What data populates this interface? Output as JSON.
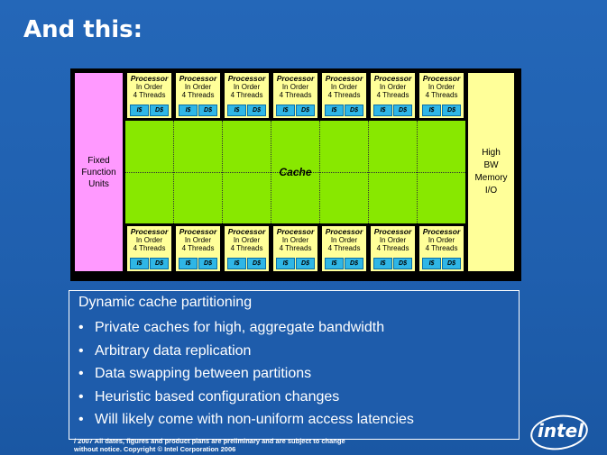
{
  "title": "And this:",
  "diagram": {
    "fixed_function": [
      "Fixed",
      "Function",
      "Units"
    ],
    "high_bw": [
      "High",
      "BW",
      "Memory",
      "I/O"
    ],
    "cache_label": "Cache",
    "processor": {
      "title": "Processor",
      "line1": "In Order",
      "line2": "4 Threads",
      "icache": "I$",
      "dcache": "D$"
    }
  },
  "text_box": {
    "heading": "Dynamic cache partitioning",
    "bullets": [
      "Private caches for high, aggregate bandwidth",
      "Arbitrary data replication",
      "Data swapping between partitions",
      "Heuristic based configuration changes",
      "Will likely come with non-uniform access latencies"
    ]
  },
  "footer": {
    "line1": "/ 2007    All dates, figures and product plans are preliminary and are subject to change",
    "line2": "without notice.   Copyright © Intel Corporation 2006"
  },
  "logo": "intel"
}
